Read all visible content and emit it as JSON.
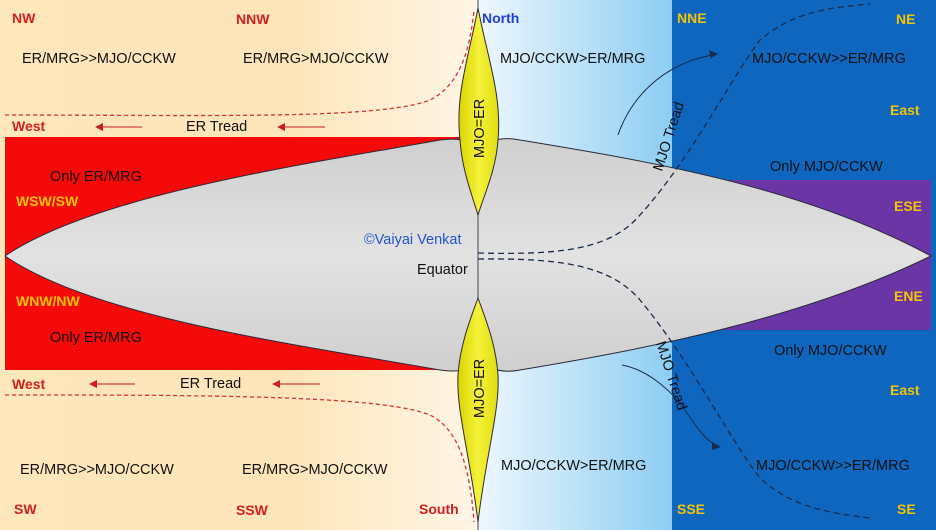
{
  "directions": {
    "nw": "NW",
    "nnw": "NNW",
    "north": "North",
    "nne": "NNE",
    "ne": "NE",
    "east_upper": "East",
    "ese": "ESE",
    "ene": "ENE",
    "east_lower": "East",
    "se": "SE",
    "sse": "SSE",
    "south": "South",
    "ssw": "SSW",
    "sw": "SW",
    "west_upper": "West",
    "wsw_sw": "WSW/SW",
    "wnw_nw": "WNW/NW",
    "west_lower": "West"
  },
  "labels": {
    "nw_regime": "ER/MRG>>MJO/CCKW",
    "nnw_regime": "ER/MRG>MJO/CCKW",
    "north_regime": "MJO/CCKW>ER/MRG",
    "ne_regime": "MJO/CCKW>>ER/MRG",
    "sw_regime": "ER/MRG>>MJO/CCKW",
    "ssw_regime": "ER/MRG>MJO/CCKW",
    "south_regime": "MJO/CCKW>ER/MRG",
    "se_regime": "MJO/CCKW>>ER/MRG",
    "er_tread_upper": "ER Tread",
    "er_tread_lower": "ER Tread",
    "only_er_upper": "Only ER/MRG",
    "only_er_lower": "Only ER/MRG",
    "only_mjo_upper": "Only MJO/CCKW",
    "only_mjo_lower": "Only MJO/CCKW",
    "mjo_tread_upper": "MJO Tread",
    "mjo_tread_lower": "MJO Tread",
    "mjo_er_upper": "MJO=ER",
    "mjo_er_lower": "MJO=ER",
    "equator": "Equator",
    "credit": "©Vaiyai Venkat"
  },
  "colors": {
    "west_bg": "#fde3b4",
    "east_blue": "#0f66bf",
    "er_red": "#f50a0a",
    "mjo_purple": "#6b35a6",
    "lens_gray": "#d3d3d3",
    "mjo_er_yellow": "#f2ee1c",
    "direction_red": "#d21f1f",
    "direction_yellow": "#f5c400",
    "direction_blue": "#1f3fd8",
    "credit_blue": "#2255cc"
  }
}
